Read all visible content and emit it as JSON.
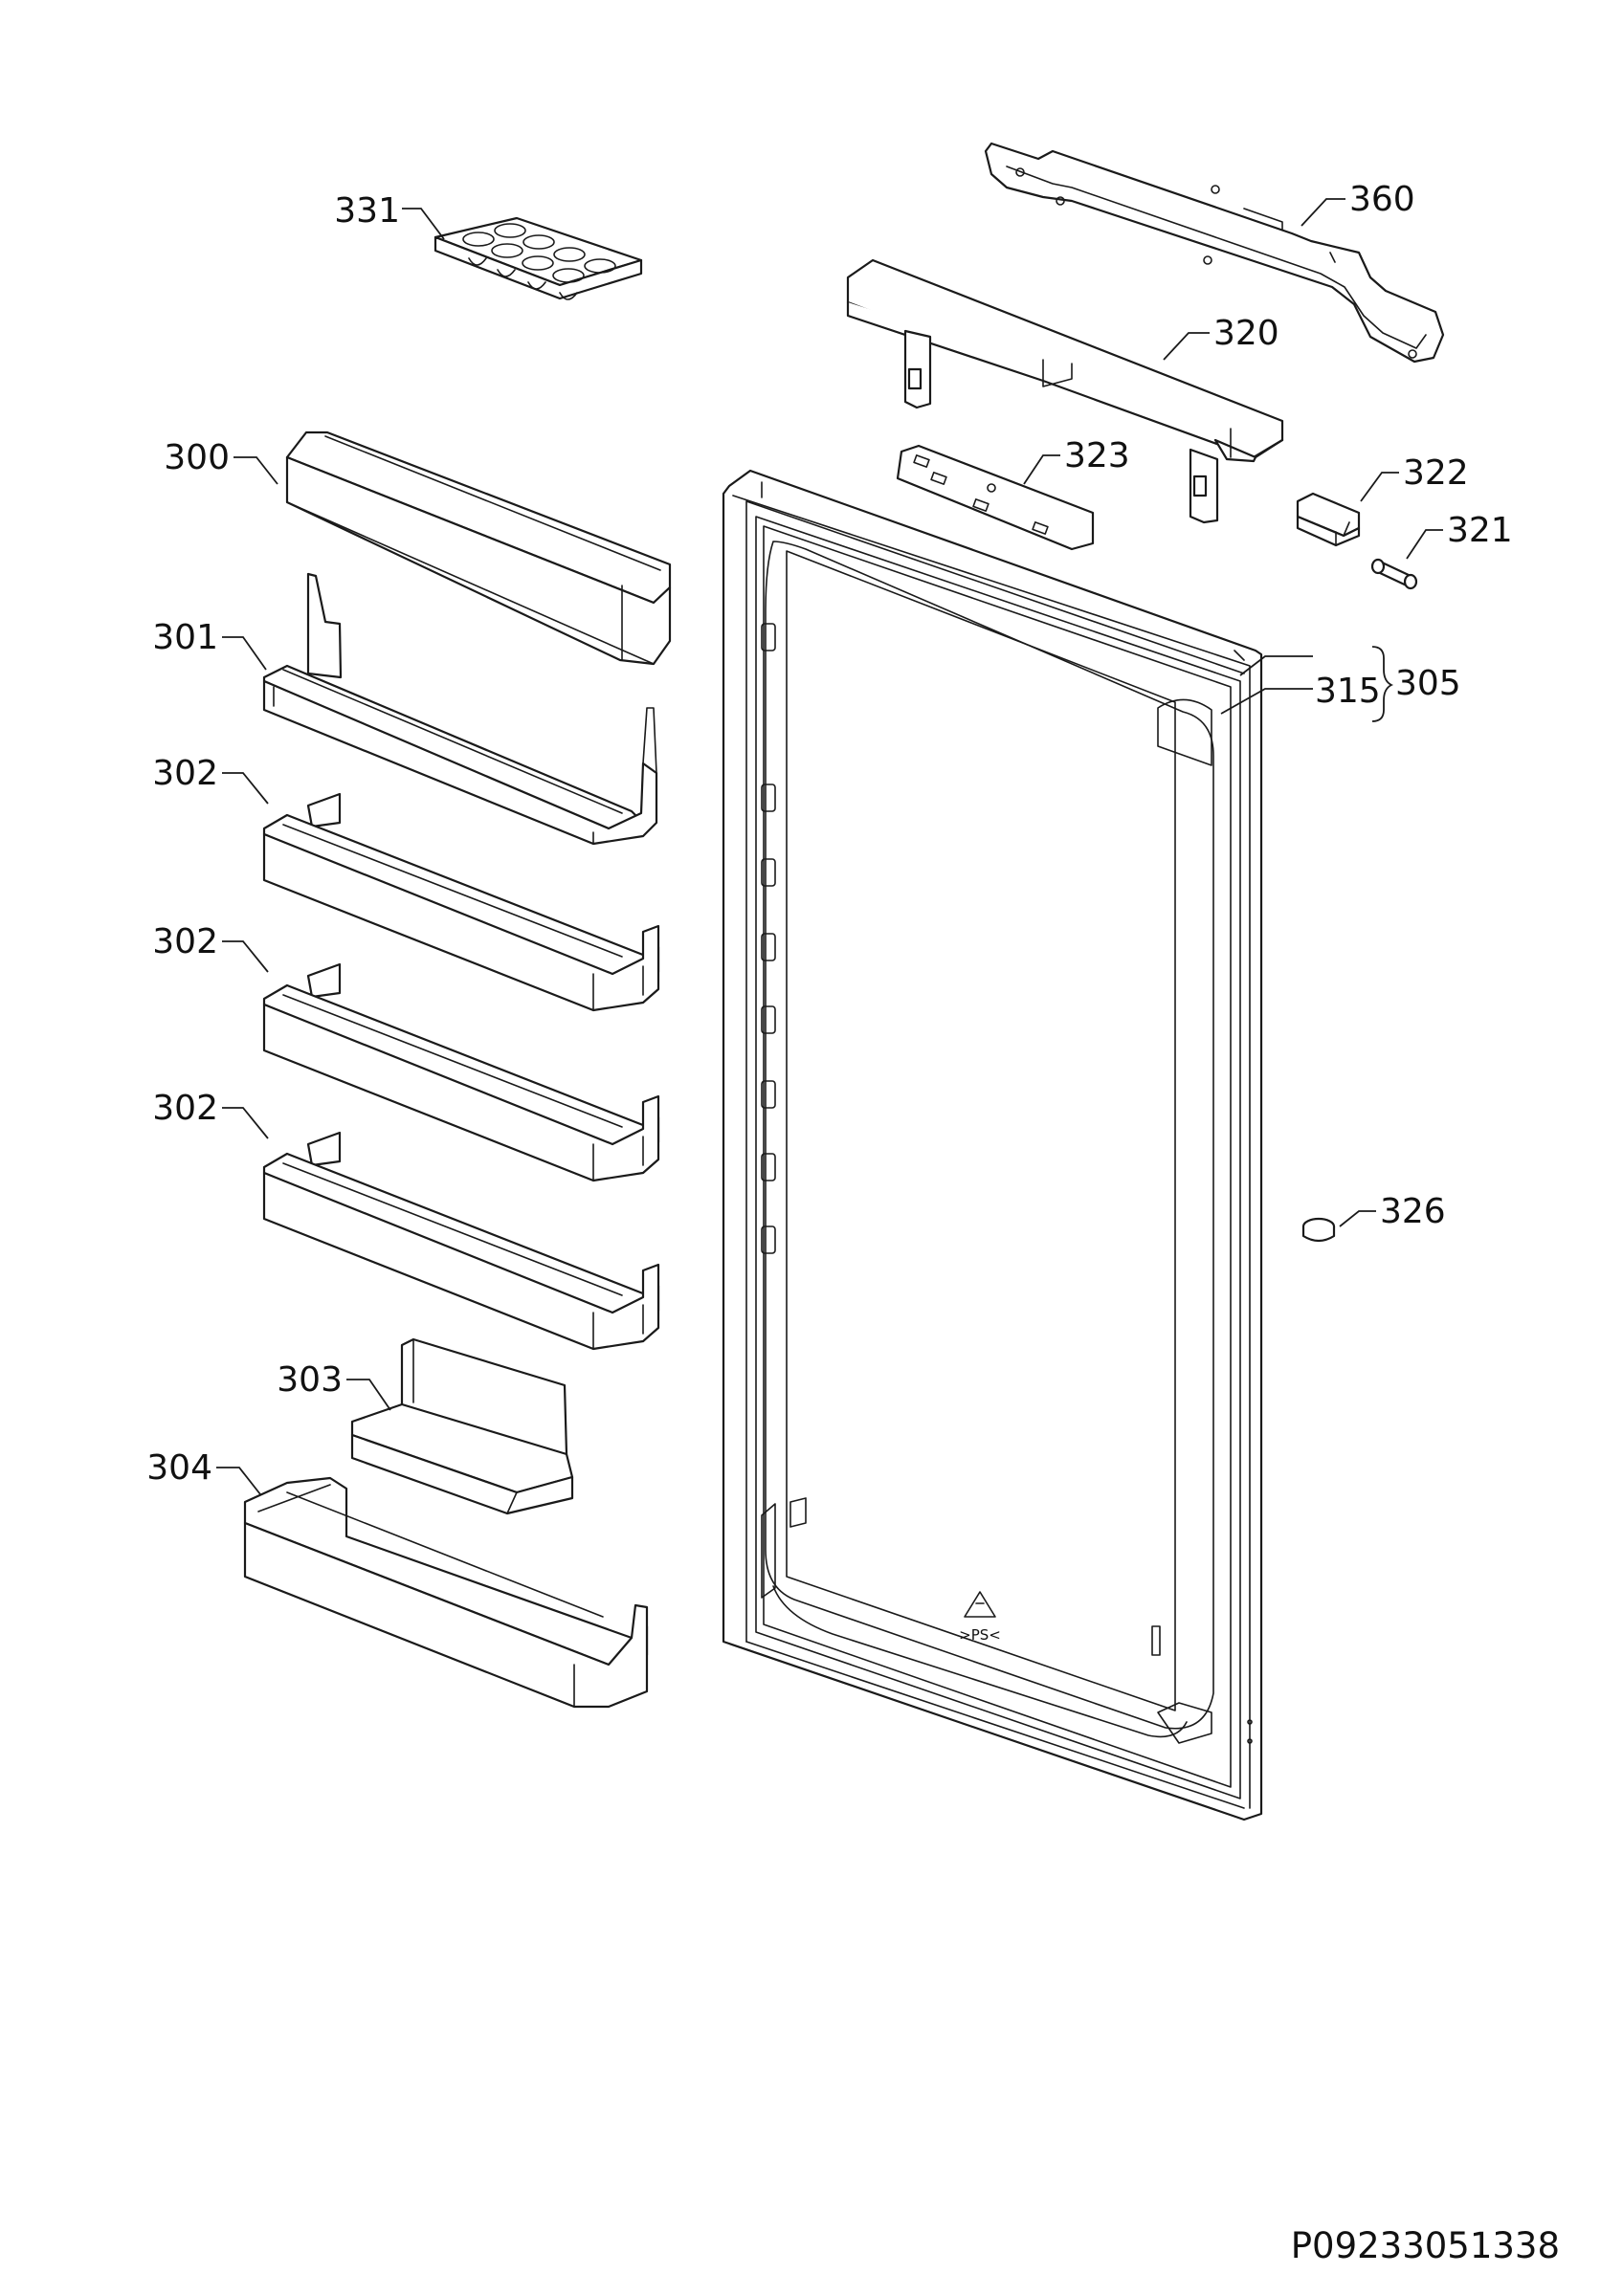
{
  "diagram": {
    "drawing_number": "P09233051338",
    "callouts": [
      {
        "id": "c331",
        "label": "331"
      },
      {
        "id": "c300",
        "label": "300"
      },
      {
        "id": "c301",
        "label": "301"
      },
      {
        "id": "c302a",
        "label": "302"
      },
      {
        "id": "c302b",
        "label": "302"
      },
      {
        "id": "c302c",
        "label": "302"
      },
      {
        "id": "c303",
        "label": "303"
      },
      {
        "id": "c304",
        "label": "304"
      },
      {
        "id": "c360",
        "label": "360"
      },
      {
        "id": "c320",
        "label": "320"
      },
      {
        "id": "c323",
        "label": "323"
      },
      {
        "id": "c322",
        "label": "322"
      },
      {
        "id": "c321",
        "label": "321"
      },
      {
        "id": "c315",
        "label": "315"
      },
      {
        "id": "c305",
        "label": "305"
      },
      {
        "id": "c326",
        "label": "326"
      }
    ],
    "door_marking": ">PS<"
  }
}
